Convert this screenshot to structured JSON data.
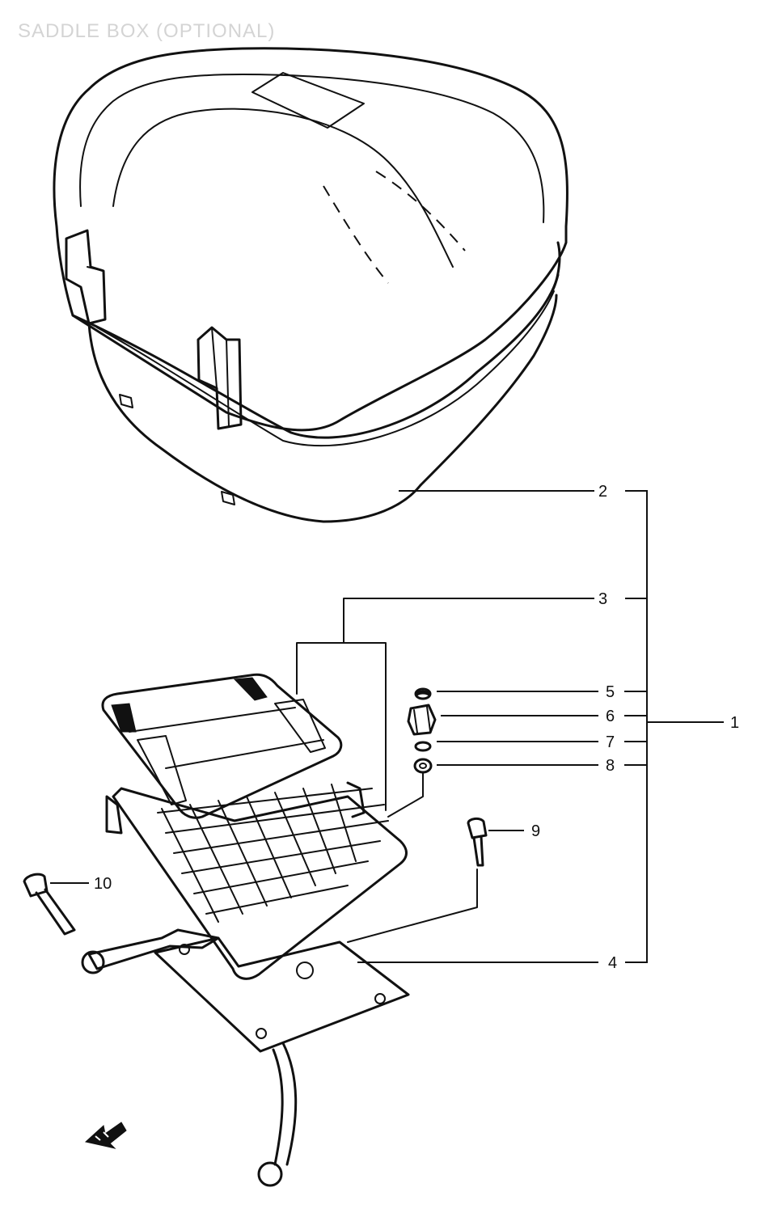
{
  "diagram": {
    "title": "SADDLE BOX (OPTIONAL)",
    "callouts": [
      {
        "id": "2",
        "label": "2"
      },
      {
        "id": "3",
        "label": "3"
      },
      {
        "id": "5",
        "label": "5"
      },
      {
        "id": "6",
        "label": "6"
      },
      {
        "id": "1",
        "label": "1"
      },
      {
        "id": "7",
        "label": "7"
      },
      {
        "id": "8",
        "label": "8"
      },
      {
        "id": "9",
        "label": "9"
      },
      {
        "id": "10",
        "label": "10"
      },
      {
        "id": "4",
        "label": "4"
      }
    ],
    "icons": {
      "front_arrow": "front-direction-arrow-icon"
    }
  }
}
